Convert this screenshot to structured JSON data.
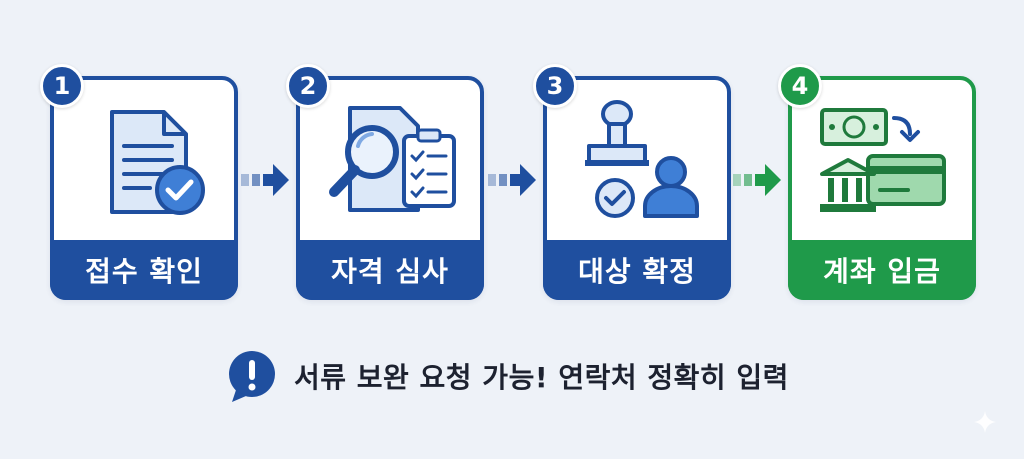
{
  "colors": {
    "blue": "#1f4f9f",
    "green": "#1f9a4a",
    "light_blue": "#dce8f8",
    "light_green": "#d7f0dd"
  },
  "steps": [
    {
      "number": "1",
      "label": "접수 확인",
      "icon": "document-check-icon",
      "accent": "#1f4f9f"
    },
    {
      "number": "2",
      "label": "자격 심사",
      "icon": "magnifier-checklist-icon",
      "accent": "#1f4f9f"
    },
    {
      "number": "3",
      "label": "대상 확정",
      "icon": "stamp-person-icon",
      "accent": "#1f4f9f"
    },
    {
      "number": "4",
      "label": "계좌 입금",
      "icon": "bank-money-card-icon",
      "accent": "#1f9a4a"
    }
  ],
  "notice": {
    "icon": "exclamation-bubble-icon",
    "text": "서류 보완 요청 가능! 연락처 정확히 입력"
  }
}
